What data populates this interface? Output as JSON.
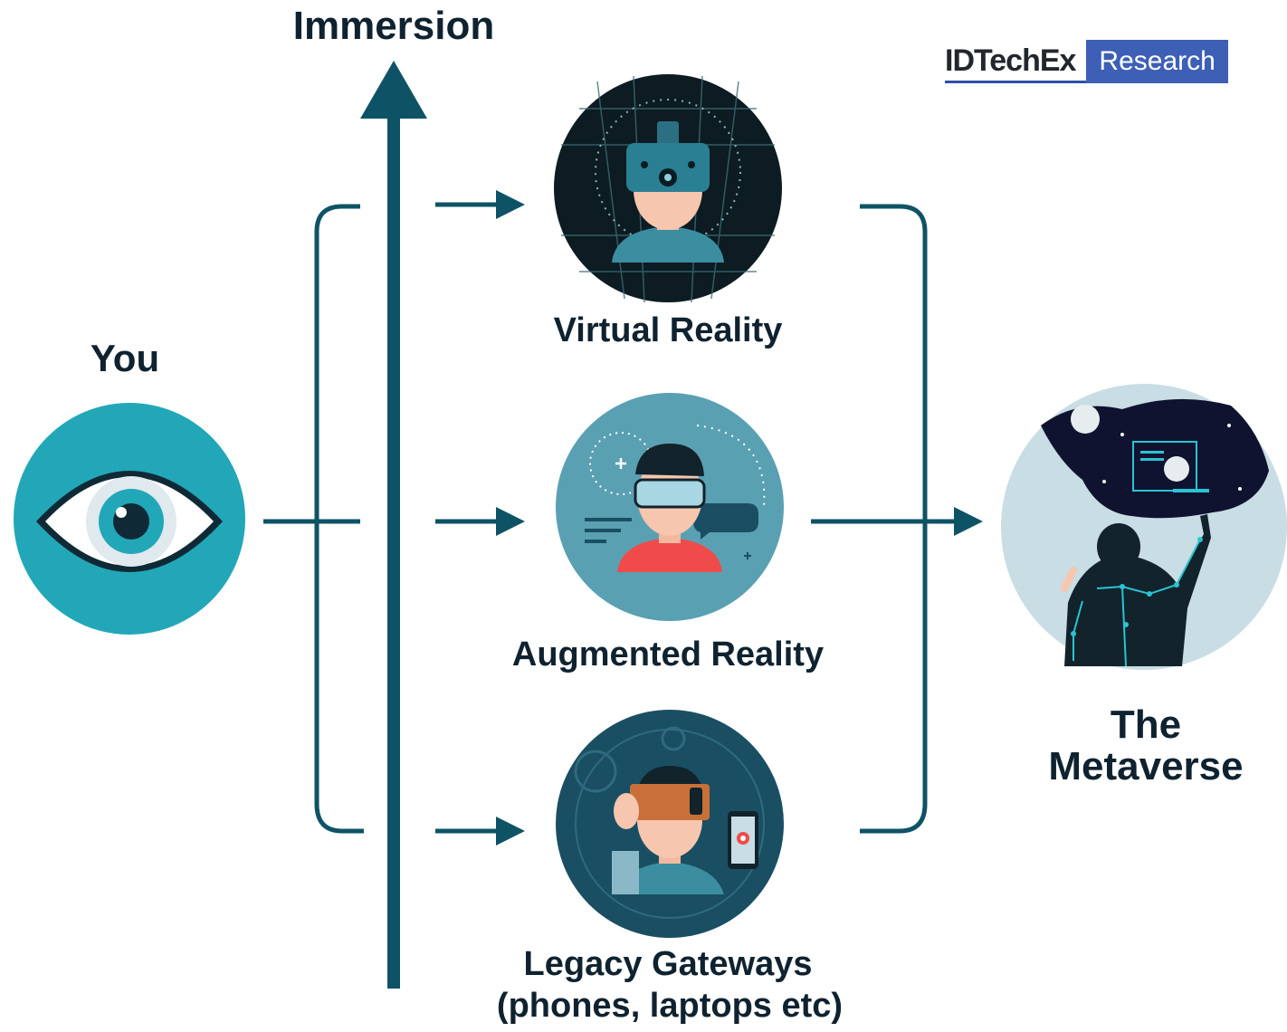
{
  "labels": {
    "immersion": "Immersion",
    "you": "You",
    "virtual_reality": "Virtual Reality",
    "augmented_reality": "Augmented Reality",
    "legacy_line1": "Legacy Gateways",
    "legacy_line2": "(phones, laptops etc)",
    "metaverse_line1": "The",
    "metaverse_line2": "Metaverse"
  },
  "logo": {
    "brand": "IDTechEx",
    "tag": "Research"
  },
  "colors": {
    "dark_teal": "#0e5365",
    "you_teal": "#22a7b8",
    "ar_teal": "#5aa0b3",
    "legacy_teal": "#1a4f63",
    "vr_dark": "#0d1c22",
    "metaverse_bg": "#c9dde4",
    "logo_blue": "#3d5fb6"
  },
  "icons": {
    "you": "eye-icon",
    "vr": "vr-headset-person-icon",
    "ar": "ar-glasses-person-icon",
    "legacy": "phone-viewer-person-icon",
    "metaverse": "metaverse-figure-icon"
  }
}
